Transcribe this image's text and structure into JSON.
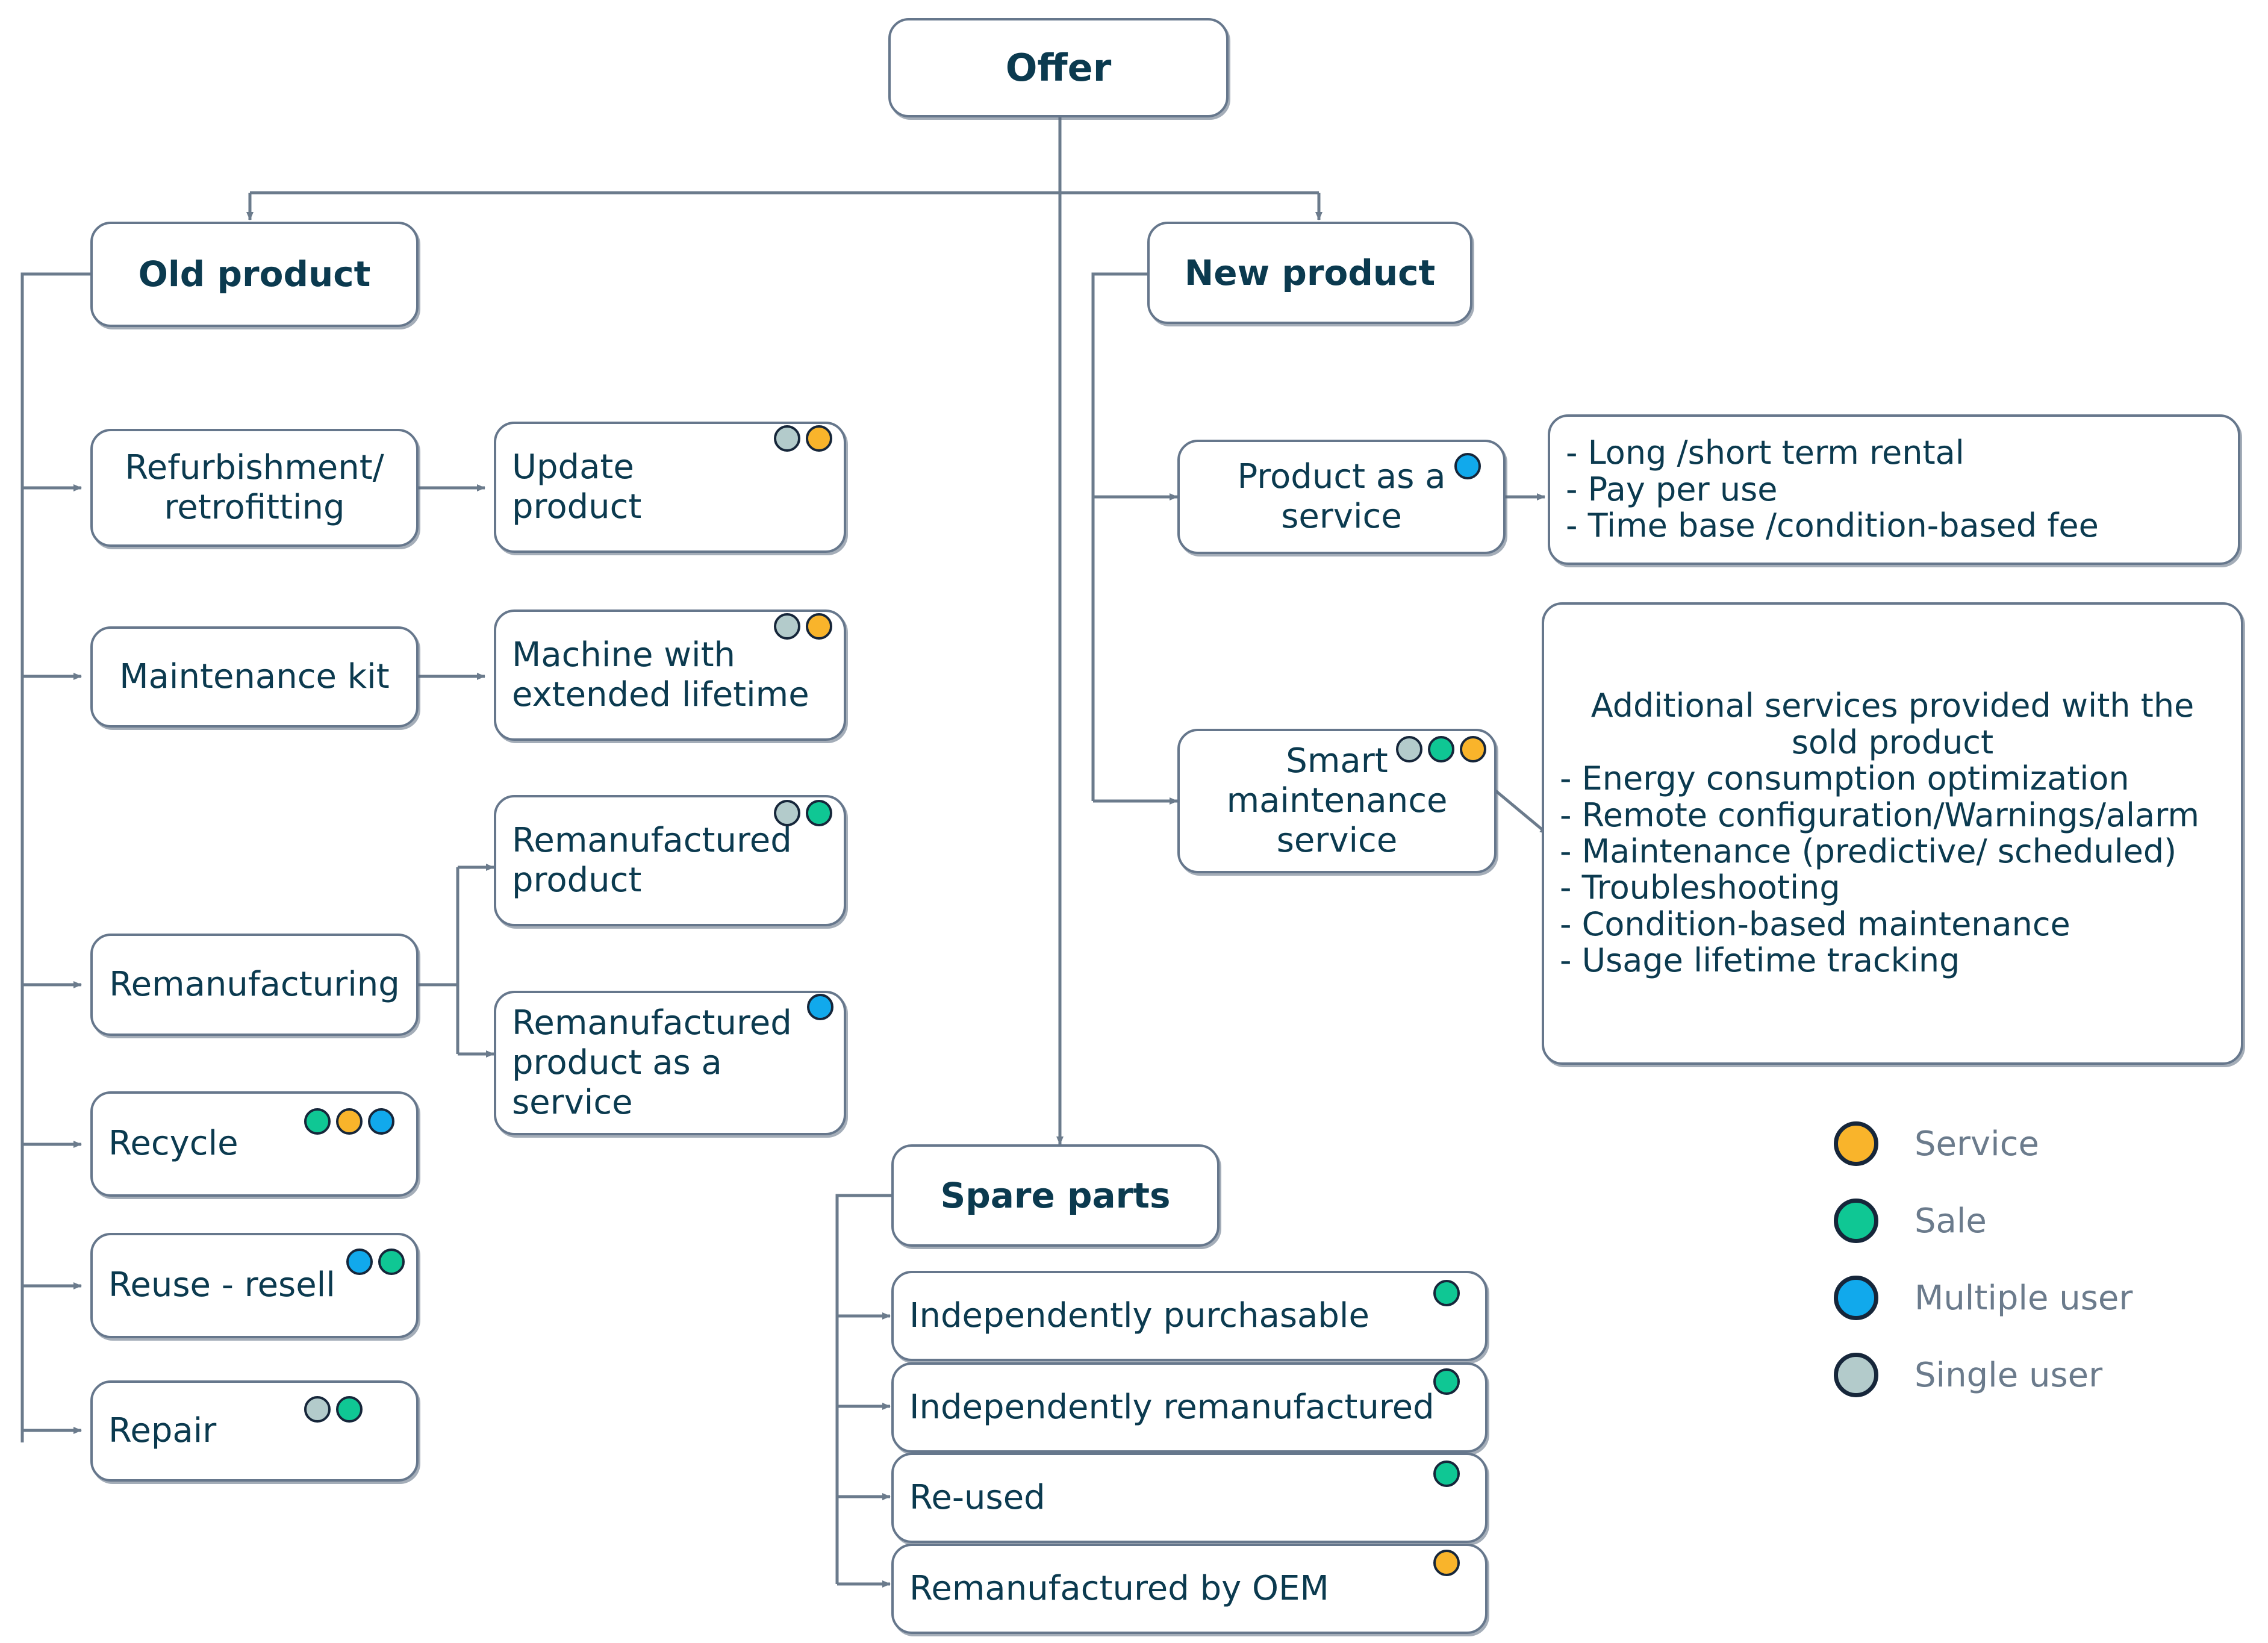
{
  "palette": {
    "service": "#F9B42B",
    "sale": "#0FC794",
    "multiple_user": "#11A9EC",
    "single_user": "#B3CBCB",
    "box_border": "#66778c",
    "text": "#0b3a4f",
    "legend_text": "#6b7b8c",
    "connector": "#6b7b8c"
  },
  "root": {
    "label": "Offer"
  },
  "branches": {
    "old_product": {
      "label": "Old product"
    },
    "new_product": {
      "label": "New product"
    },
    "spare_parts": {
      "label": "Spare parts"
    }
  },
  "old_product_children": [
    {
      "label": "Refurbishment/\nretrofitting",
      "dots": []
    },
    {
      "label": "Maintenance kit",
      "dots": []
    },
    {
      "label": "Remanufacturing",
      "dots": []
    },
    {
      "label": "Recycle",
      "dots": [
        "sale",
        "service",
        "multiple_user"
      ]
    },
    {
      "label": "Reuse - resell",
      "dots": [
        "multiple_user",
        "sale"
      ]
    },
    {
      "label": "Repair",
      "dots": [
        "single_user",
        "sale"
      ]
    }
  ],
  "old_product_outputs": [
    {
      "label": "Update\nproduct",
      "dots": [
        "single_user",
        "service"
      ]
    },
    {
      "label": "Machine with\nextended lifetime",
      "dots": [
        "single_user",
        "service"
      ]
    },
    {
      "label": "Remanufactured\nproduct",
      "dots": [
        "single_user",
        "sale"
      ]
    },
    {
      "label": "Remanufactured\nproduct as a\nservice",
      "dots": [
        "multiple_user"
      ]
    }
  ],
  "new_product_children": [
    {
      "label": "Product as a\nservice",
      "dots": [
        "multiple_user"
      ]
    },
    {
      "label": "Smart\nmaintenance\nservice",
      "dots": [
        "single_user",
        "sale",
        "service"
      ]
    }
  ],
  "paas_details": {
    "items": [
      "- Long /short term rental",
      "- Pay per use",
      "- Time base /condition-based fee"
    ]
  },
  "smart_service_details": {
    "title": "Additional services provided with the sold product",
    "items": [
      "- Energy consumption optimization",
      "- Remote configuration/Warnings/alarm",
      "- Maintenance (predictive/ scheduled)",
      "- Troubleshooting",
      "- Condition-based maintenance",
      "- Usage lifetime tracking"
    ]
  },
  "spare_parts_children": [
    {
      "label": "Independently purchasable",
      "dots": [
        "sale"
      ]
    },
    {
      "label": "Independently remanufactured",
      "dots": [
        "sale"
      ]
    },
    {
      "label": "Re-used",
      "dots": [
        "sale"
      ]
    },
    {
      "label": "Remanufactured by OEM",
      "dots": [
        "service"
      ]
    }
  ],
  "legend": [
    {
      "key": "service",
      "label": "Service"
    },
    {
      "key": "sale",
      "label": "Sale"
    },
    {
      "key": "multiple_user",
      "label": "Multiple user"
    },
    {
      "key": "single_user",
      "label": "Single user"
    }
  ]
}
